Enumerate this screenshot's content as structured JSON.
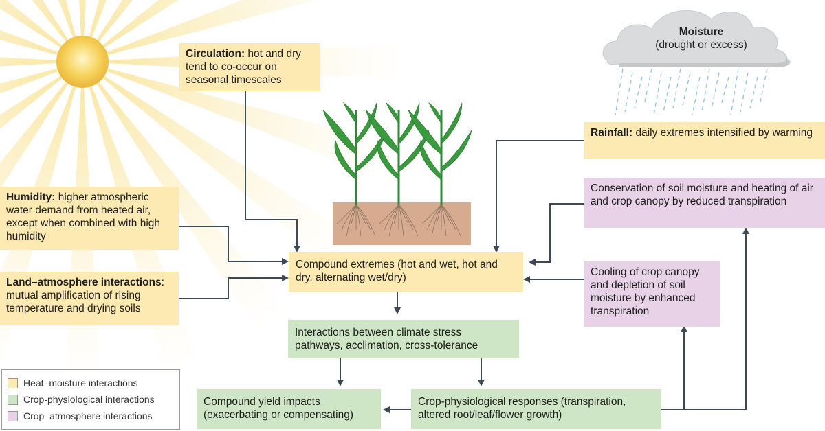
{
  "cloud": {
    "title": "Moisture",
    "subtitle": "(drought or excess)"
  },
  "circulation": {
    "bold": "Circulation:",
    "text": " hot and dry tend to co-occur on seasonal timescales"
  },
  "rainfall": {
    "bold": "Rainfall:",
    "text": " daily extremes intensified by warming"
  },
  "humidity": {
    "bold": "Humidity:",
    "text": " higher atmospheric water demand from heated air, except when combined with high humidity"
  },
  "land": {
    "bold": "Land–atmosphere interactions",
    "text": ": mutual amplification of rising temperature and drying soils"
  },
  "compound_extremes": "Compound extremes (hot and wet, hot and dry, alternating wet/dry)",
  "conservation": "Conservation of soil moisture and heating of air and crop canopy by reduced transpiration",
  "cooling": "Cooling of crop canopy and depletion of soil moisture by enhanced transpiration",
  "interactions": "Interactions between climate stress pathways, acclimation, cross-tolerance",
  "yield": "Compound yield impacts (exacerbating or compensating)",
  "responses": "Crop-physiological responses (transpiration, altered root/leaf/flower growth)",
  "legend": [
    {
      "label": "Heat–moisture interactions",
      "color": "#fdeab3"
    },
    {
      "label": "Crop-physiological interactions",
      "color": "#cfe6c6"
    },
    {
      "label": "Crop–atmosphere interactions",
      "color": "#e7d2e8"
    }
  ],
  "colors": {
    "arrow": "#3d4a55",
    "sun": "#f3c447",
    "soil": "#d7ab8f",
    "cloud": "#dcdee0",
    "rain": "#8fc3e0",
    "leaf": "#3a9a3e"
  },
  "icons": [
    "sun-icon",
    "cloud-icon",
    "maize-plant-icon"
  ]
}
